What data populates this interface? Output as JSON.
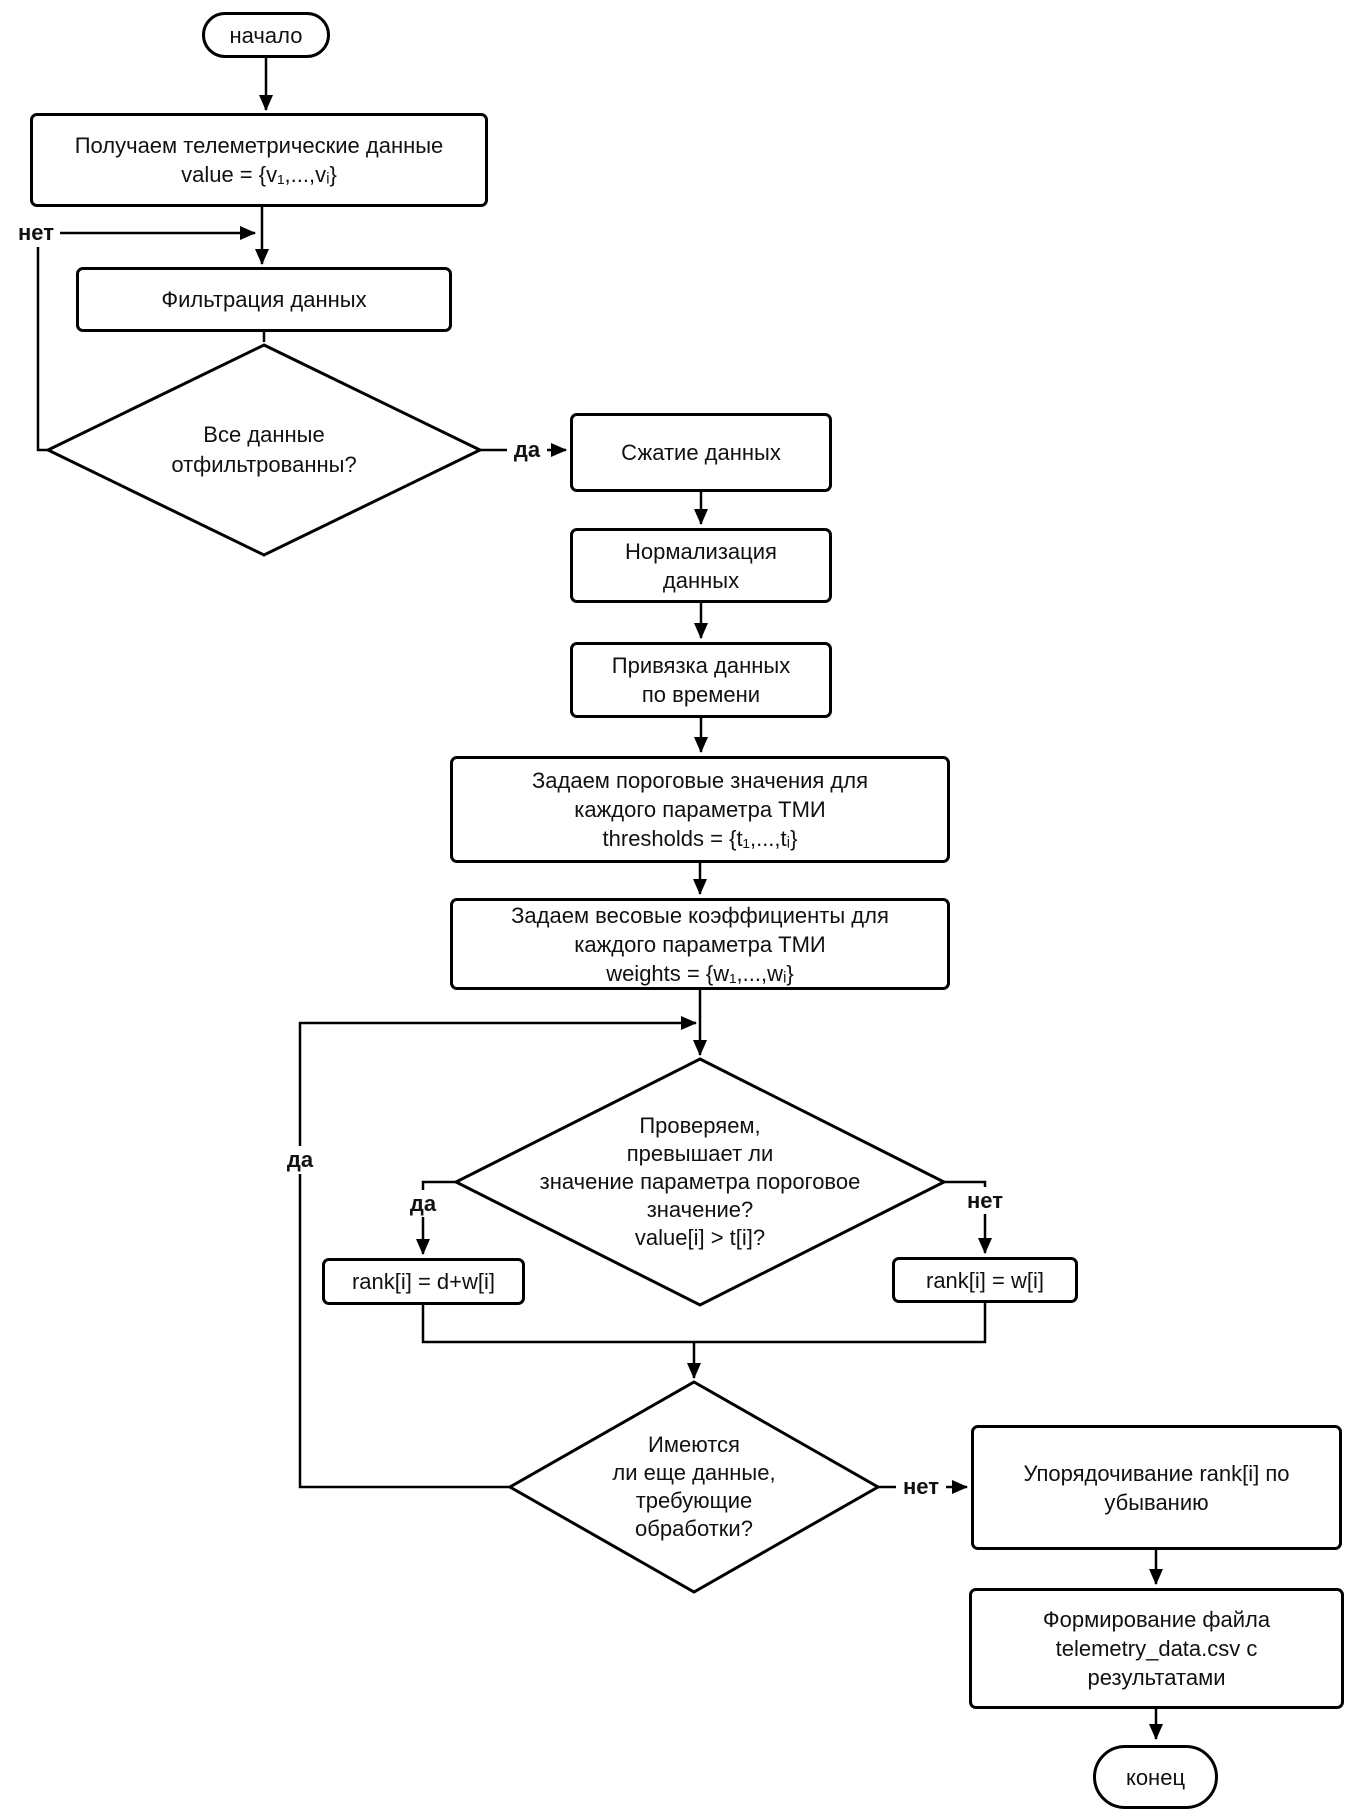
{
  "diagram": {
    "nodes": {
      "start": "начало",
      "receive_data": "Получаем телеметрические данные\nvalue = {v₁,...,vᵢ}",
      "filter": "Фильтрация данных",
      "all_filtered_q": "Все данные\nотфильтрованны?",
      "compress": "Сжатие данных",
      "normalize": "Нормализация\nданных",
      "time_binding": "Привязка данных\nпо времени",
      "set_thresholds": "Задаем пороговые значения для\nкаждого параметра ТМИ\nthresholds = {t₁,...,tᵢ}",
      "set_weights": "Задаем весовые коэффициенты для\nкаждого параметра ТМИ\nweights = {w₁,...,wᵢ}",
      "threshold_check_q": "Проверяем,\nпревышает ли\nзначение параметра пороговое\nзначение?\nvalue[i] > t[i]?",
      "rank_exceed": "rank[i] = d+w[i]",
      "rank_normal": "rank[i] = w[i]",
      "more_data_q": "Имеются\nли еще данные,\nтребующие\nобработки?",
      "sort_rank": "Упорядочивание rank[i] по\nубыванию",
      "form_file": "Формирование файла\ntelemetry_data.csv с\nрезультатами",
      "end": "конец"
    },
    "edge_labels": {
      "filter_no": "нет",
      "filter_yes": "да",
      "check_yes": "да",
      "check_no": "нет",
      "loop_yes": "да",
      "more_no": "нет"
    },
    "colors": {
      "stroke": "#000000",
      "fill": "#ffffff"
    }
  }
}
